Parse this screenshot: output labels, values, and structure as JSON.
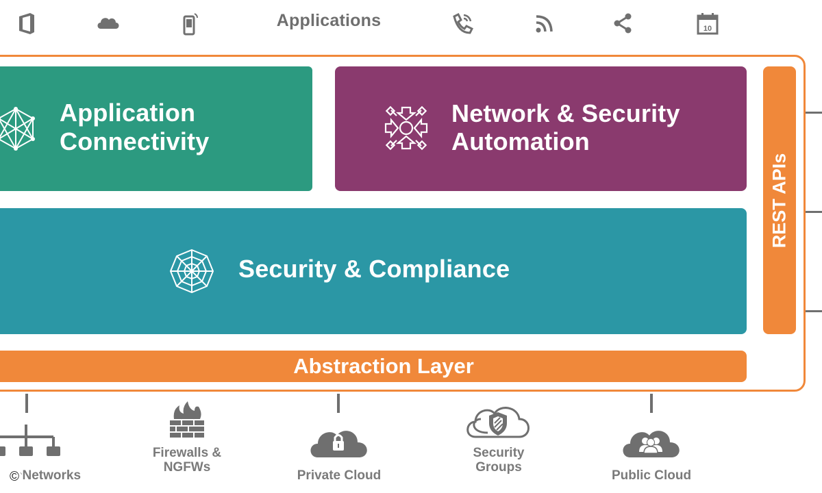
{
  "top_row": {
    "applications_label": "Applications",
    "icons": [
      "office-icon",
      "cloud-icon",
      "mobile-phone-icon",
      "phone-call-icon",
      "rss-feed-icon",
      "share-icon",
      "calendar-icon"
    ],
    "calendar_day": "10"
  },
  "blocks": {
    "app_connectivity": {
      "line1": "Application",
      "line2": "Connectivity",
      "icon": "mesh-network-icon",
      "color": "#2c9a80"
    },
    "network_security_automation": {
      "line1": "Network & Security",
      "line2": "Automation",
      "icon": "gear-arrows-icon",
      "color": "#8a3a6e"
    },
    "security_compliance": {
      "label": "Security & Compliance",
      "icon": "spider-web-icon",
      "color": "#2b97a5"
    }
  },
  "abstraction_layer": {
    "label": "Abstraction Layer",
    "color": "#f0883a"
  },
  "rest_apis": {
    "label": "REST APIs",
    "color": "#f0883a"
  },
  "bottom_row": [
    {
      "label_line1": "Networks",
      "label_line2": "",
      "icon": "network-tree-icon",
      "partial_prefix": "c"
    },
    {
      "label_line1": "Firewalls &",
      "label_line2": "NGFWs",
      "icon": "firewall-icon"
    },
    {
      "label_line1": "Private Cloud",
      "label_line2": "",
      "icon": "private-cloud-lock-icon"
    },
    {
      "label_line1": "Security",
      "label_line2": "Groups",
      "icon": "security-groups-shield-icon"
    },
    {
      "label_line1": "Public Cloud",
      "label_line2": "",
      "icon": "public-cloud-people-icon"
    }
  ],
  "copyright_symbol": "©"
}
